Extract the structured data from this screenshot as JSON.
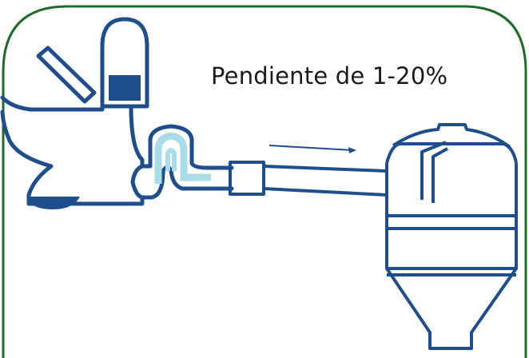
{
  "diagram": {
    "slope_label": "Pendiente de 1-20%",
    "colors": {
      "frame_border": "#1e6b2a",
      "outline": "#1f4e8c",
      "water": "#1f4e8c",
      "trap_water": "#a8dde9"
    },
    "components": [
      "toilet",
      "cistern",
      "trap",
      "pipe",
      "flow-arrow",
      "tank"
    ]
  }
}
